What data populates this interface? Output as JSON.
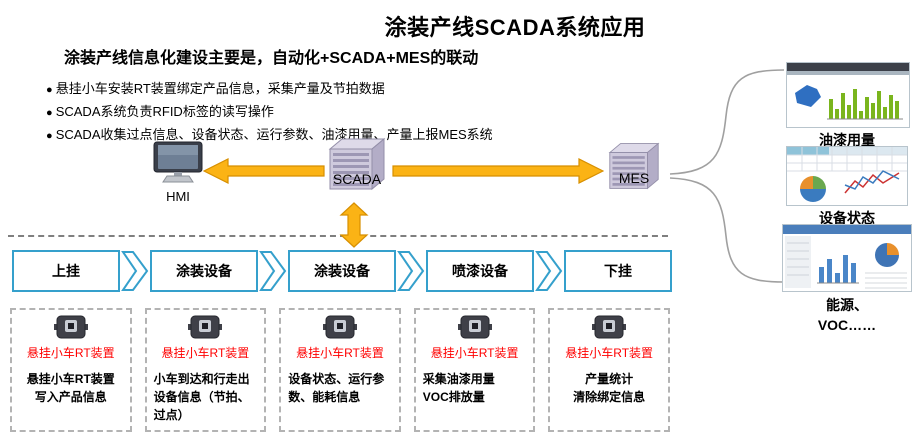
{
  "title": "涂装产线SCADA系统应用",
  "intro": {
    "subtitle": "涂装产线信息化建设主要是，自动化+SCADA+MES的联动",
    "bullets": [
      "悬挂小车安装RT装置绑定产品信息，采集产量及节拍数据",
      "SCADA系统负责RFID标签的读写操作",
      "SCADA收集过点信息、设备状态、运行参数、油漆用量、产量上报MES系统"
    ]
  },
  "nodes": {
    "hmi": "HMI",
    "scada": "SCADA",
    "mes": "MES"
  },
  "process": {
    "steps": [
      "上挂",
      "涂装设备",
      "涂装设备",
      "喷漆设备",
      "下挂"
    ]
  },
  "stations": [
    {
      "device_label": "悬挂小车RT装置",
      "description": "悬挂小车RT装置\n写入产品信息"
    },
    {
      "device_label": "悬挂小车RT装置",
      "description": "小车到达和行走出\n设备信息（节拍、\n过点）"
    },
    {
      "device_label": "悬挂小车RT装置",
      "description": "设备状态、运行参\n数、能耗信息"
    },
    {
      "device_label": "悬挂小车RT装置",
      "description": "采集油漆用量\nVOC排放量"
    },
    {
      "device_label": "悬挂小车RT装置",
      "description": "产量统计\n清除绑定信息"
    }
  ],
  "side_panel": {
    "items": [
      {
        "label": "油漆用量",
        "icon": "paint-usage-chart-thumbnail"
      },
      {
        "label": "设备状态",
        "icon": "device-status-sheet-thumbnail"
      },
      {
        "label": "能源、\nVOC……",
        "icon": "energy-dashboard-thumbnail"
      }
    ]
  },
  "colors": {
    "arrow_gold": "#FBB315",
    "arrow_gold_border": "#D78F00",
    "process_step_border": "#35A0CC",
    "device_label_red": "#FF0000"
  }
}
